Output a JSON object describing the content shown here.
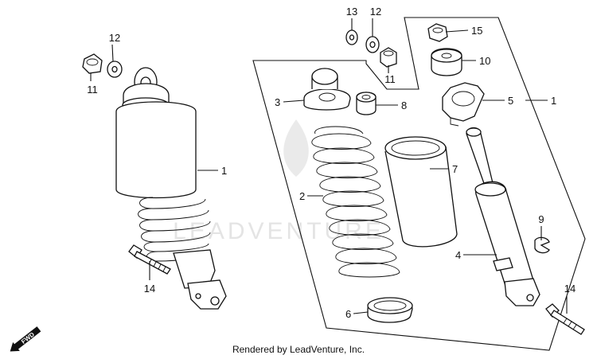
{
  "diagram": {
    "callouts": [
      {
        "id": "c13",
        "label": "13"
      },
      {
        "id": "c12a",
        "label": "12"
      },
      {
        "id": "c12b",
        "label": "12"
      },
      {
        "id": "c11a",
        "label": "11"
      },
      {
        "id": "c11b",
        "label": "11"
      },
      {
        "id": "c15",
        "label": "15"
      },
      {
        "id": "c10",
        "label": "10"
      },
      {
        "id": "c3",
        "label": "3"
      },
      {
        "id": "c8",
        "label": "8"
      },
      {
        "id": "c5",
        "label": "5"
      },
      {
        "id": "c1a",
        "label": "1"
      },
      {
        "id": "c1b",
        "label": "1"
      },
      {
        "id": "c7",
        "label": "7"
      },
      {
        "id": "c2",
        "label": "2"
      },
      {
        "id": "c9",
        "label": "9"
      },
      {
        "id": "c4",
        "label": "4"
      },
      {
        "id": "c14a",
        "label": "14"
      },
      {
        "id": "c14b",
        "label": "14"
      },
      {
        "id": "c6",
        "label": "6"
      }
    ],
    "fwd_label": "FWD",
    "watermark_text": "LEADVENTURE",
    "credit": "Rendered by LeadVenture, Inc."
  },
  "colors": {
    "line": "#111111",
    "watermark": "#cfcfcf",
    "background": "#ffffff"
  }
}
